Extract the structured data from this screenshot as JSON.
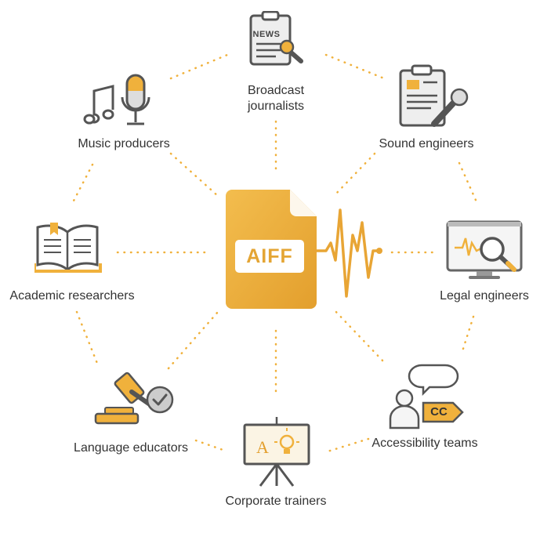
{
  "center": {
    "label": "AIFF"
  },
  "roles": {
    "broadcast": {
      "line1": "Broadcast",
      "line2": "journalists",
      "icon": "news-clipboard-microphone-icon",
      "badge": "NEWS"
    },
    "sound": {
      "label": "Sound engineers",
      "icon": "clipboard-microphone-icon"
    },
    "legal": {
      "label": "Legal   engineers",
      "icon": "monitor-waveform-magnifier-icon"
    },
    "accessibility": {
      "label": "Accessibility teams",
      "icon": "person-speech-cc-icon",
      "badge": "CC"
    },
    "corporate": {
      "label": "Corporate trainers",
      "icon": "presentation-board-lightbulb-icon",
      "badge": "A"
    },
    "language": {
      "label": "Language educators",
      "icon": "gavel-checkmark-icon"
    },
    "academic": {
      "label": "Academic researchers",
      "icon": "open-book-icon"
    },
    "music": {
      "label": "Music producers",
      "icon": "music-note-microphone-icon"
    }
  },
  "colors": {
    "accent": "#f0b13c",
    "accent_dark": "#e09a2a",
    "outline": "#666666",
    "text": "#333333",
    "connector": "#f0b13c"
  }
}
